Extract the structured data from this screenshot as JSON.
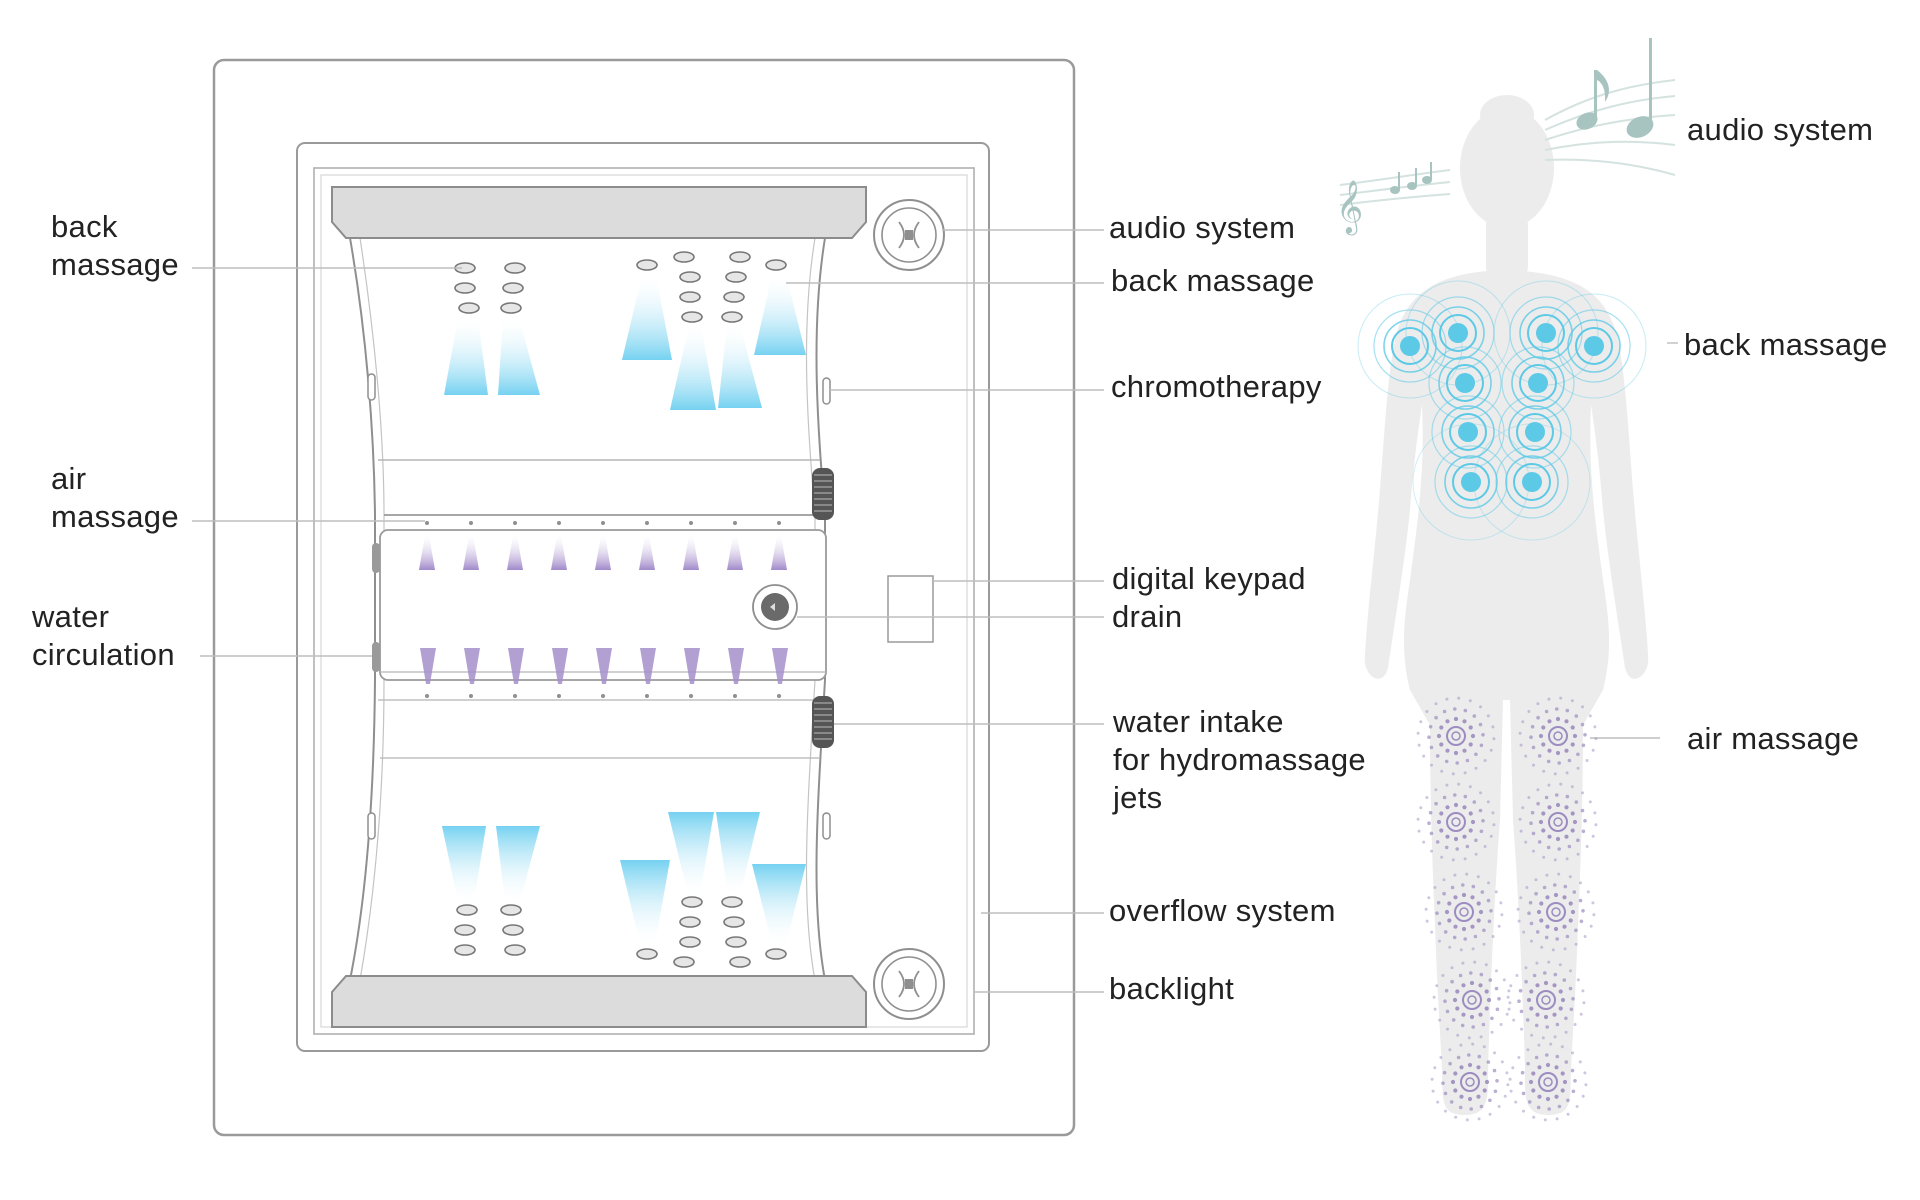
{
  "labels": {
    "left_back_massage": [
      "back",
      "massage"
    ],
    "left_air_massage": [
      "air",
      "massage"
    ],
    "left_water_circulation": [
      "water",
      "circulation"
    ],
    "audio_system": "audio system",
    "back_massage": "back massage",
    "chromotherapy": "chromotherapy",
    "digital_keypad": "digital keypad",
    "drain": "drain",
    "water_intake": [
      "water intake",
      "for hydromassage",
      "jets"
    ],
    "overflow_system": "overflow system",
    "backlight": "backlight",
    "body_audio_system": "audio system",
    "body_back_massage": "back massage",
    "body_air_massage": "air massage"
  },
  "colors": {
    "tub_outline": "#9a9a9a",
    "leader_line": "#bdbdbd",
    "water_jet": "#7fd3ea",
    "air_jet": "#a08cc4",
    "silhouette": "#ececec",
    "massage_ring": "#5cc9e6",
    "air_dot": "#9d8cbf",
    "music_note": "#a7c4c0",
    "text": "#222222"
  },
  "icons": [
    "music-note-icon",
    "treble-clef-icon",
    "jet-nozzle-icon",
    "speaker-icon",
    "drain-icon"
  ]
}
